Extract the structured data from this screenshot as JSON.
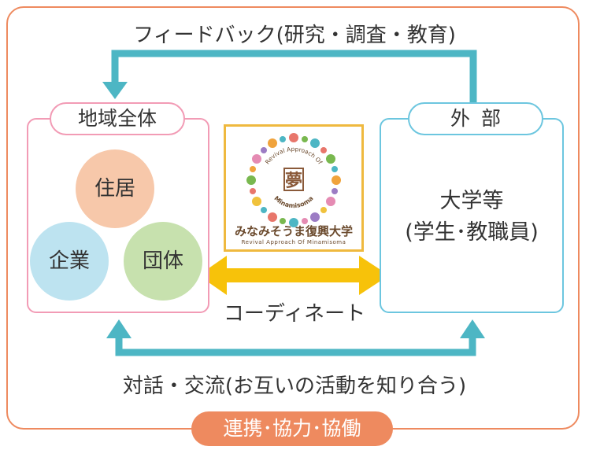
{
  "feedback_label": "フィードバック(研究・調査・教育)",
  "local": {
    "title": "地域全体",
    "members": [
      "住居",
      "企業",
      "団体"
    ]
  },
  "external": {
    "title": "外部",
    "line1": "大学等",
    "line2": "(学生･教職員)"
  },
  "logo": {
    "name": "みなみそうま復興大学",
    "subtitle": "Revival Approach Of Minamisoma",
    "ring_text": "Revival Approach Of",
    "ring_text2": "Minamisoma",
    "emblem": "夢"
  },
  "coordinate_label": "コーディネート",
  "dialog_label": "対話・交流(お互いの活動を知り合う)",
  "bottom_label": "連携･協力･協働",
  "colors": {
    "frame": "#ee8a5f",
    "arrow": "#4db6c4",
    "coordinate_arrow": "#f7c20a",
    "local_border": "#f29bb5",
    "external_border": "#6cc6df"
  }
}
